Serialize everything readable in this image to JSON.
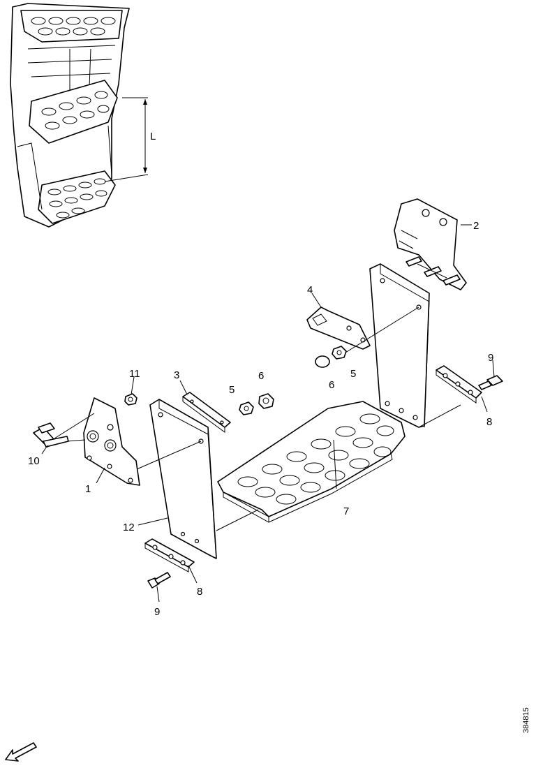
{
  "callouts": [
    {
      "label": "1"
    },
    {
      "label": "2"
    },
    {
      "label": "3"
    },
    {
      "label": "4"
    },
    {
      "label": "5"
    },
    {
      "label": "5"
    },
    {
      "label": "6"
    },
    {
      "label": "6"
    },
    {
      "label": "7"
    },
    {
      "label": "8"
    },
    {
      "label": "8"
    },
    {
      "label": "9"
    },
    {
      "label": "9"
    },
    {
      "label": "10"
    },
    {
      "label": "11"
    },
    {
      "label": "12"
    }
  ],
  "inset": {
    "dimension_label": "L"
  },
  "drawing_number": "384815"
}
